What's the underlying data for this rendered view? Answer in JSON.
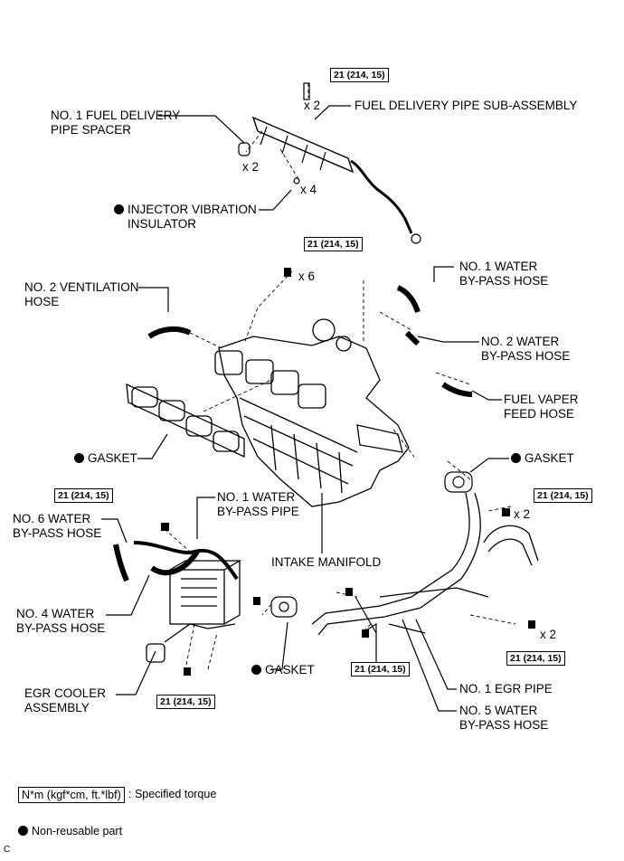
{
  "torque_spec": "21 (214, 15)",
  "quantities": {
    "x2": "x 2",
    "x4": "x 4",
    "x6": "x 6"
  },
  "labels": {
    "fuel_delivery_pipe_spacer": [
      "NO. 1 FUEL DELIVERY",
      "PIPE SPACER"
    ],
    "fuel_delivery_pipe_sub_assembly": "FUEL DELIVERY PIPE SUB-ASSEMBLY",
    "injector_vibration_insulator": [
      "INJECTOR VIBRATION",
      "INSULATOR"
    ],
    "no2_ventilation_hose": [
      "NO. 2 VENTILATION",
      "HOSE"
    ],
    "no1_water_bypass_hose_top": [
      "NO. 1 WATER",
      "BY-PASS HOSE"
    ],
    "no2_water_bypass_hose": [
      "NO. 2 WATER",
      "BY-PASS HOSE"
    ],
    "fuel_vaper_feed_hose": [
      "FUEL VAPER",
      "FEED HOSE"
    ],
    "gasket": "GASKET",
    "no1_water_bypass_pipe": [
      "NO. 1 WATER",
      "BY-PASS PIPE"
    ],
    "no6_water_bypass_hose": [
      "NO. 6 WATER",
      "BY-PASS HOSE"
    ],
    "intake_manifold": "INTAKE MANIFOLD",
    "no4_water_bypass_hose": [
      "NO. 4 WATER",
      "BY-PASS HOSE"
    ],
    "egr_cooler_assembly": [
      "EGR COOLER",
      "ASSEMBLY"
    ],
    "no1_egr_pipe": "NO. 1 EGR PIPE",
    "no5_water_bypass_hose": [
      "NO. 5 WATER",
      "BY-PASS HOSE"
    ]
  },
  "legend": {
    "torque_box": "N*m (kgf*cm, ft.*lbf)",
    "torque_text": ": Specified torque",
    "nonreusable_text": "Non-reusable part"
  },
  "corner_mark": "C"
}
